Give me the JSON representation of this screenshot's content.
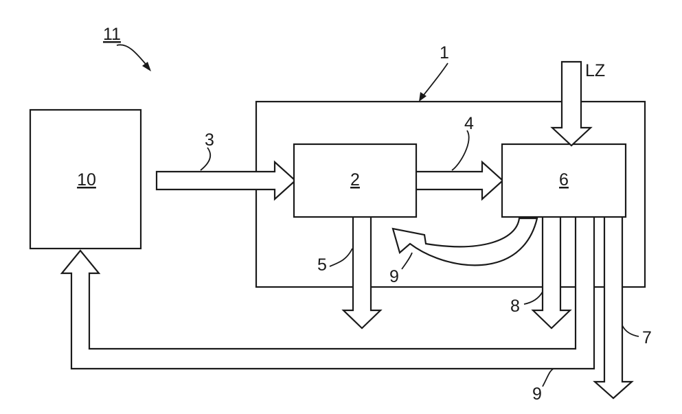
{
  "labels": {
    "system": "11",
    "enclosure": "1",
    "device": "10",
    "block_a": "2",
    "block_b": "6",
    "input_flow": "3",
    "transfer_flow": "4",
    "output_a": "5",
    "output_b": "8",
    "output_c": "7",
    "return_inner": "9",
    "return_outer": "9",
    "external_input": "LZ"
  }
}
